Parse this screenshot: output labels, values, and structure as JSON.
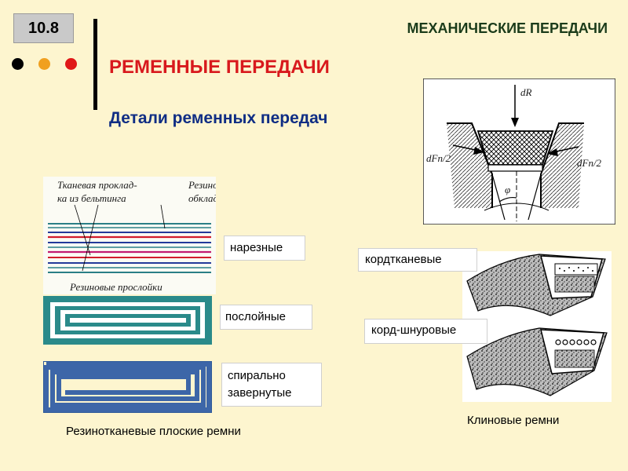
{
  "slide_number": "10.8",
  "header": "МЕХАНИЧЕСКИЕ ПЕРЕДАЧИ",
  "title": "РЕМЕННЫЕ ПЕРЕДАЧИ",
  "subtitle": "Детали ременных передач",
  "dots": {
    "colors": [
      "#000000",
      "#f0a020",
      "#e01818"
    ]
  },
  "flat_belts": {
    "labels": {
      "types": [
        "нарезные",
        "послойные"
      ],
      "spiral_line1": "спирально",
      "spiral_line2": "завернутые"
    },
    "caption": "Резинотканевые плоские ремни",
    "drawing": {
      "fabric_line1": "Тканевая проклад-",
      "fabric_line2": "ка из бельтинга",
      "rubber_line1": "Резиновые",
      "rubber_line2": "обкладки",
      "interlayers": "Резиновые прослойки"
    }
  },
  "v_belts": {
    "labels": [
      "кордтканевые",
      "корд-шнуровые"
    ],
    "caption": "Клиновые ремни"
  },
  "force_diagram": {
    "dR": "dR",
    "dFn2_left": "dFn/2",
    "dFn2_right": "dFn/2",
    "angle": "φ"
  }
}
